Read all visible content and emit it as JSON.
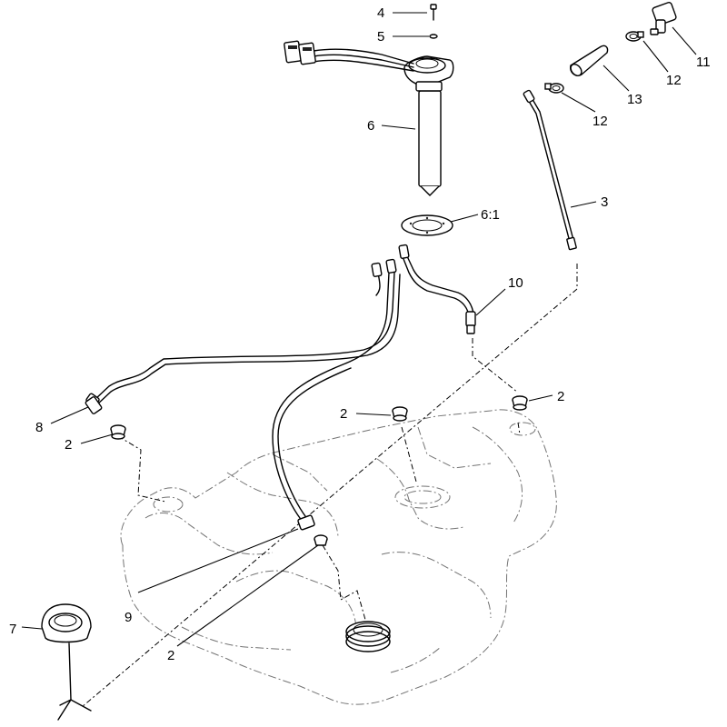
{
  "callouts": [
    {
      "id": "c4",
      "label": "4"
    },
    {
      "id": "c5",
      "label": "5"
    },
    {
      "id": "c6",
      "label": "6"
    },
    {
      "id": "c6_1",
      "label": "6:1"
    },
    {
      "id": "c3",
      "label": "3"
    },
    {
      "id": "c10",
      "label": "10"
    },
    {
      "id": "c11",
      "label": "11"
    },
    {
      "id": "c12a",
      "label": "12"
    },
    {
      "id": "c12b",
      "label": "12"
    },
    {
      "id": "c13",
      "label": "13"
    },
    {
      "id": "c8",
      "label": "8"
    },
    {
      "id": "c2a",
      "label": "2"
    },
    {
      "id": "c2b",
      "label": "2"
    },
    {
      "id": "c2c",
      "label": "2"
    },
    {
      "id": "c2d",
      "label": "2"
    },
    {
      "id": "c9",
      "label": "9"
    },
    {
      "id": "c7",
      "label": "7"
    }
  ]
}
